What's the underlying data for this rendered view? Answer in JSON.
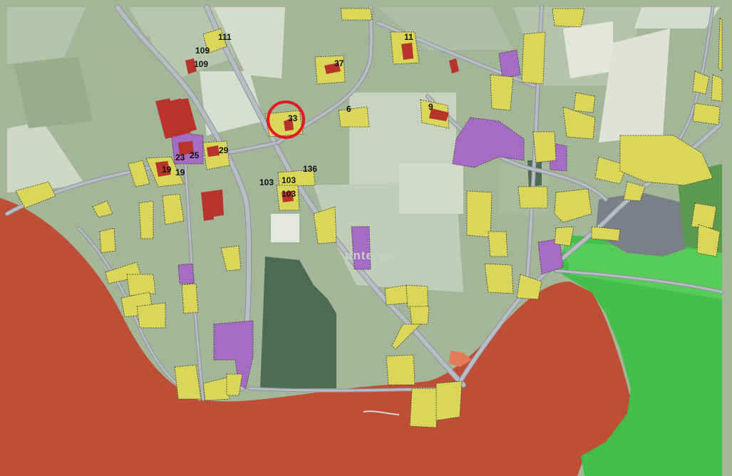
{
  "map": {
    "place_label": "unteren",
    "colors": {
      "background_green": "#9fb493",
      "field_light": "#c6d1bd",
      "field_pale": "#dde3d6",
      "forest": "#4d6a53",
      "red_zone": "#bf4a33",
      "green_zone": "#3fc047",
      "yellow_plot": "#d9d65a",
      "purple_plot": "#a66bc4",
      "building_red": "#b8342a",
      "road": "#b9bcc4",
      "marker_circle": "#e3191f",
      "village": "#7b7f86"
    },
    "house_numbers": [
      {
        "id": "n111",
        "text": "111"
      },
      {
        "id": "n109a",
        "text": "109"
      },
      {
        "id": "n109b",
        "text": "109"
      },
      {
        "id": "n37",
        "text": "37"
      },
      {
        "id": "n11",
        "text": "11"
      },
      {
        "id": "n33",
        "text": "33"
      },
      {
        "id": "n6",
        "text": "6"
      },
      {
        "id": "n9",
        "text": "9"
      },
      {
        "id": "n29",
        "text": "29"
      },
      {
        "id": "n23",
        "text": "23"
      },
      {
        "id": "n25",
        "text": "25"
      },
      {
        "id": "n19a",
        "text": "19"
      },
      {
        "id": "n19b",
        "text": "19"
      },
      {
        "id": "n136",
        "text": "136"
      },
      {
        "id": "n103a",
        "text": "103"
      },
      {
        "id": "n103b",
        "text": "103"
      },
      {
        "id": "n103c",
        "text": "103"
      }
    ],
    "highlight": {
      "icon": "circle-marker",
      "target": "33"
    }
  }
}
